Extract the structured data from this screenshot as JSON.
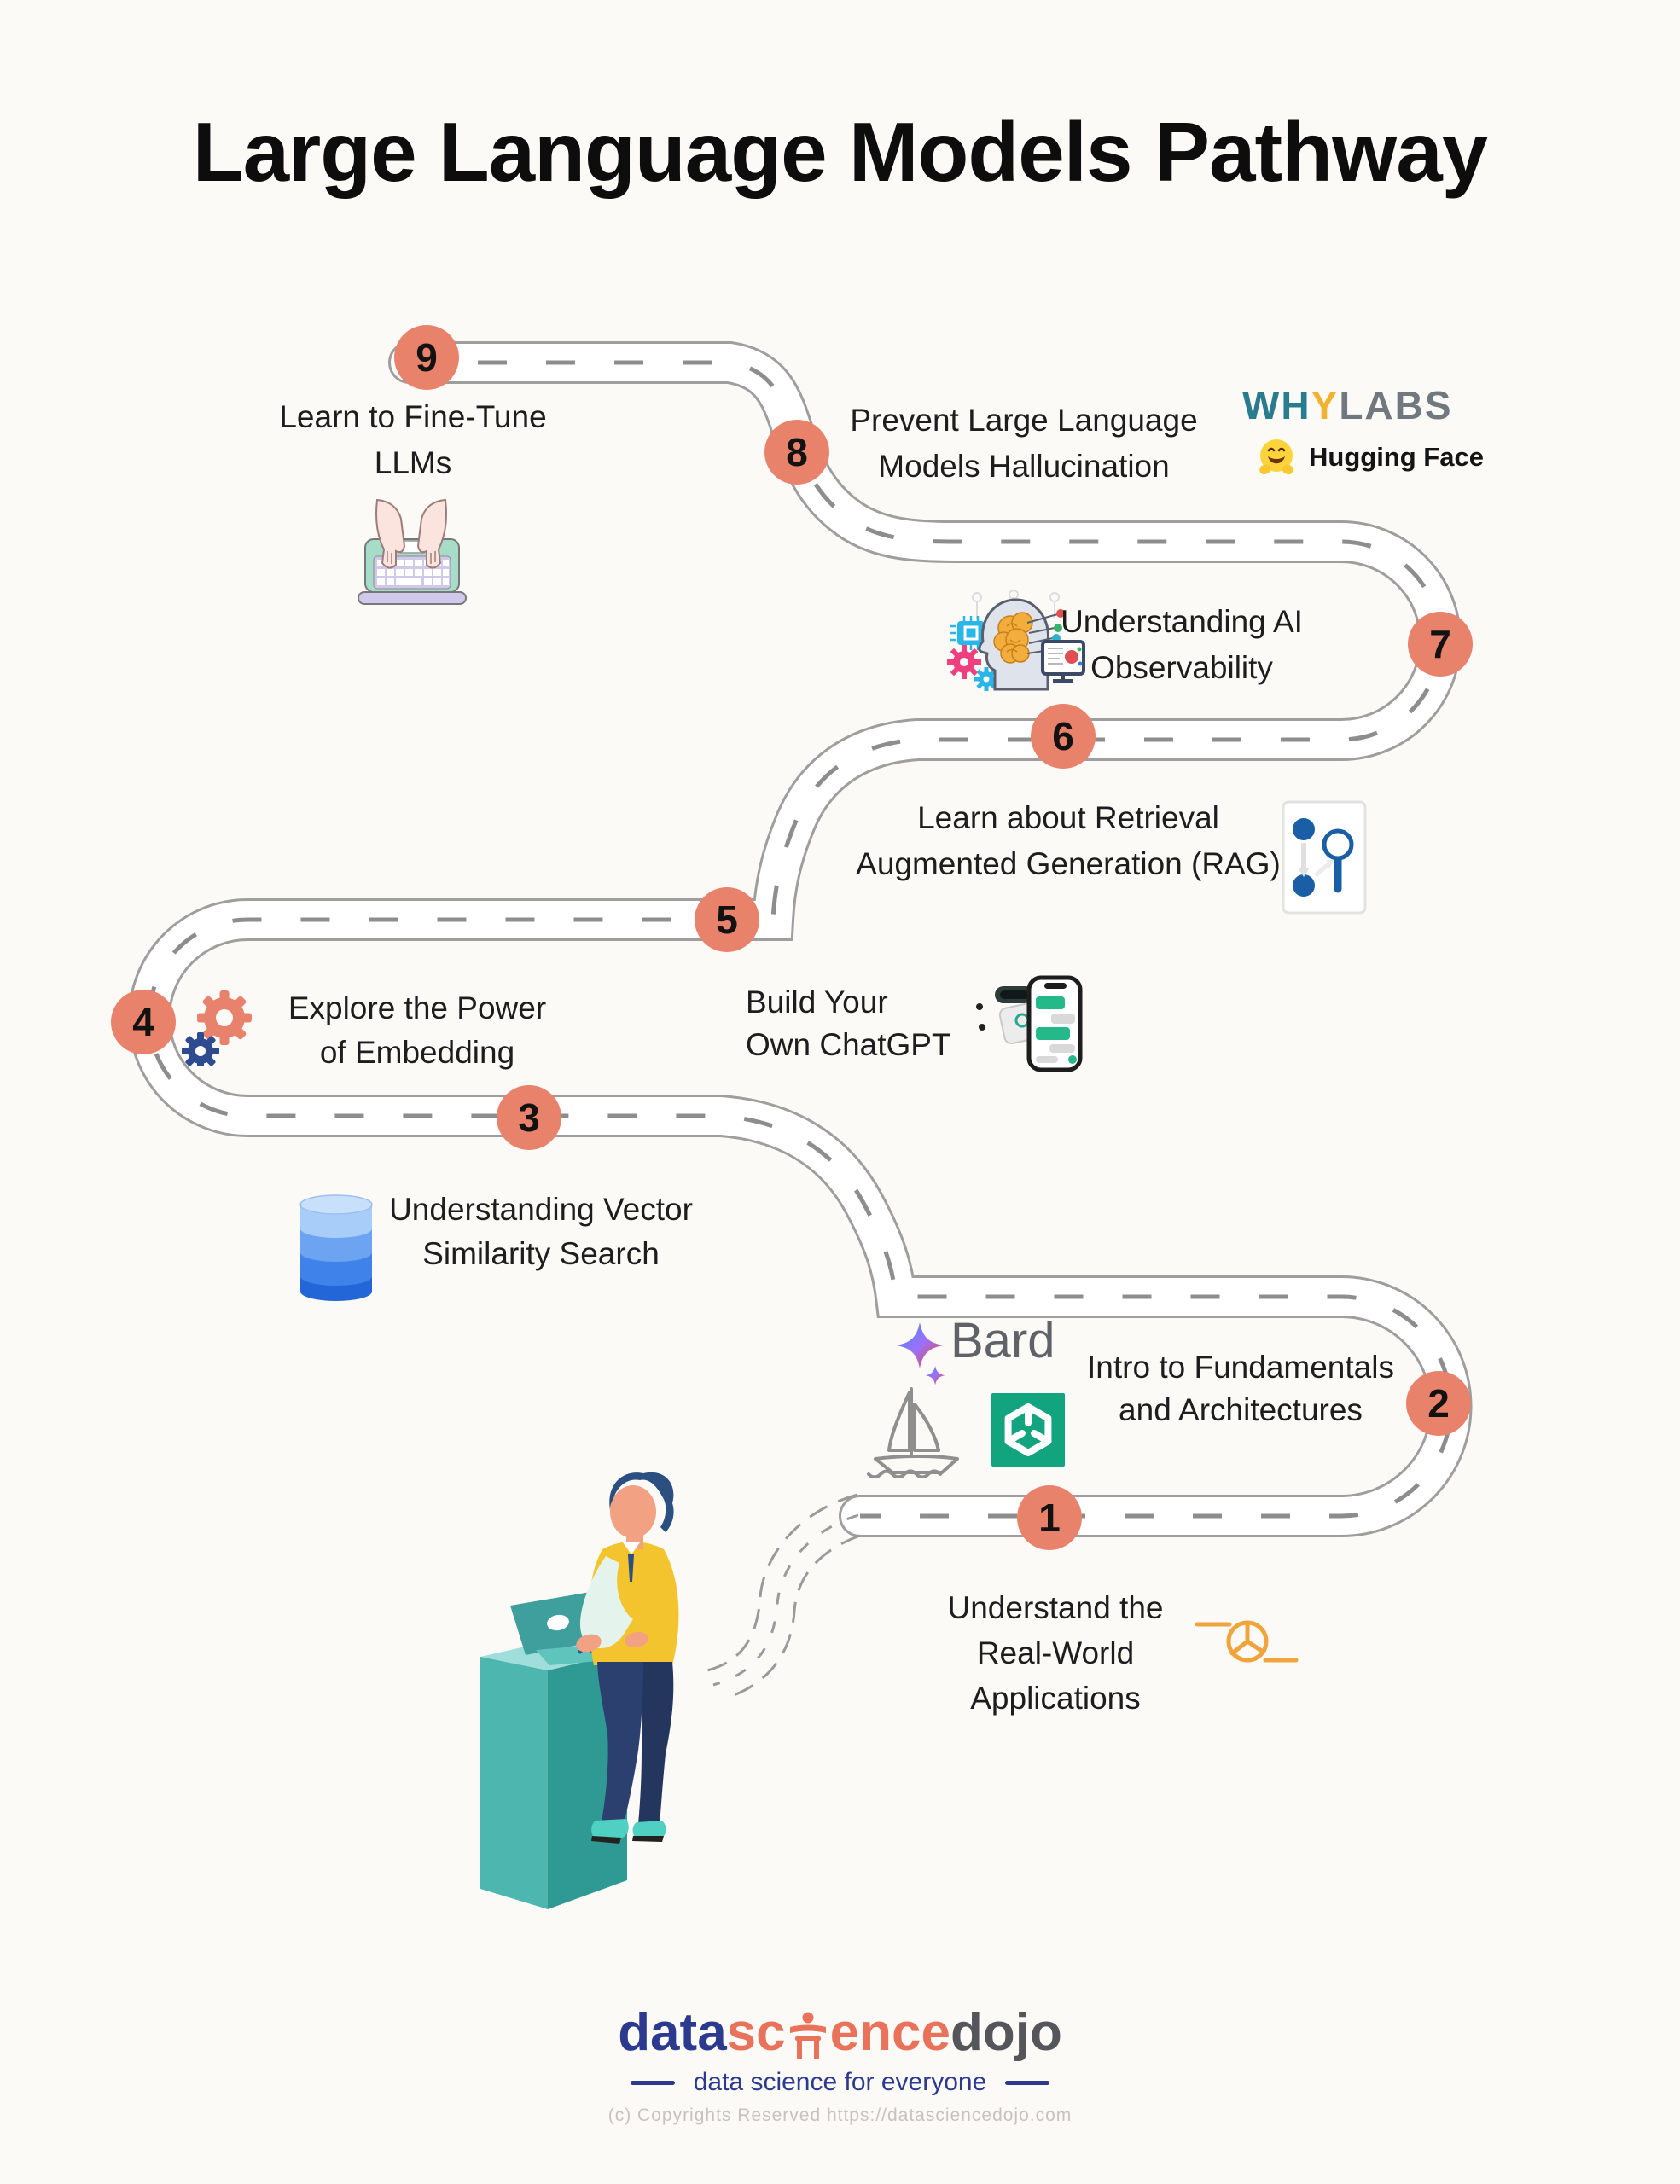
{
  "page": {
    "title": "Large Language Models Pathway"
  },
  "steps": [
    {
      "num": "1",
      "lines": [
        "Understand the",
        "Real-World",
        "Applications"
      ],
      "icon": "pie-chart-icon"
    },
    {
      "num": "2",
      "lines": [
        "Intro to Fundamentals",
        "and Architectures"
      ],
      "icon": "bard-sailboat-openai-logos"
    },
    {
      "num": "3",
      "lines": [
        "Understanding Vector",
        "Similarity Search"
      ],
      "icon": "database-icon"
    },
    {
      "num": "4",
      "lines": [
        "Explore the Power",
        "of Embedding"
      ],
      "icon": "gears-icon"
    },
    {
      "num": "5",
      "lines": [
        "Build Your",
        "Own ChatGPT"
      ],
      "icon": "chat-phone-icon"
    },
    {
      "num": "6",
      "lines": [
        "Learn about Retrieval",
        "Augmented Generation (RAG)"
      ],
      "icon": "retrieval-search-icon"
    },
    {
      "num": "7",
      "lines": [
        "Understanding AI",
        "Observability"
      ],
      "icon": "ai-head-monitor-icon"
    },
    {
      "num": "8",
      "lines": [
        "Prevent Large Language",
        "Models Hallucination"
      ],
      "icon": "whylabs-huggingface-logos"
    },
    {
      "num": "9",
      "lines": [
        "Learn to Fine-Tune",
        "LLMs"
      ],
      "icon": "typing-hands-icon"
    }
  ],
  "logos": {
    "whylabs": {
      "part1": "WH",
      "part2": "Y",
      "part3": "LABS"
    },
    "huggingface": {
      "label": "Hugging Face",
      "icon": "hugging-face-emoji"
    },
    "bard": {
      "label": "Bard",
      "icon": "bard-star-icon"
    },
    "openai": {
      "icon": "openai-logo"
    },
    "sailboat": {
      "icon": "sailboat-icon"
    }
  },
  "footer": {
    "brand": {
      "data": "data",
      "sc": "sc",
      "ence": "ence",
      "dojo": "dojo"
    },
    "tagline": "data science for everyone",
    "copyright": "(c) Copyrights Reserved  https://datasciencedojo.com"
  },
  "colors": {
    "background": "#fcfaf7",
    "marker": "#e8826b",
    "road_border": "#9e9e9e",
    "road_fill": "#ffffff",
    "road_dash": "#8d8d8d",
    "whylabs_teal": "#297c8e",
    "whylabs_amber": "#f2b12e",
    "whylabs_gray": "#70797f",
    "openai_green": "#12a37f",
    "chat_green": "#25b98a",
    "db_blue": "#3b7fe8",
    "gear_salmon": "#e8826d",
    "gear_navy": "#2d4b8e",
    "accent_orange": "#f0a43c",
    "rag_blue": "#1a5ea6",
    "brand_navy": "#2b3a8f",
    "brand_salmon": "#e8735a",
    "brand_gray": "#55565a"
  }
}
